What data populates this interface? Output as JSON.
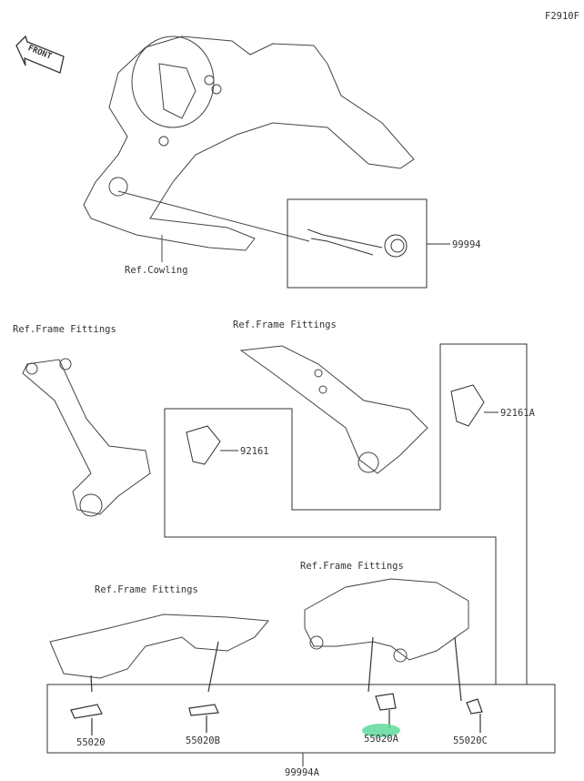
{
  "figure_code": "F2910F",
  "front_arrow": "FRONT",
  "labels": {
    "ref_cowling": "Ref.Cowling",
    "part_99994": "99994",
    "ref_frame_1": "Ref.Frame Fittings",
    "ref_frame_2": "Ref.Frame Fittings",
    "ref_frame_3": "Ref.Frame Fittings",
    "ref_frame_4": "Ref.Frame Fittings",
    "part_92161A": "92161A",
    "part_92161": "92161",
    "part_55020": "55020",
    "part_55020B": "55020B",
    "part_55020A": "55020A",
    "part_55020C": "55020C",
    "part_99994A": "99994A"
  },
  "highlight_color": "#5fd99a"
}
